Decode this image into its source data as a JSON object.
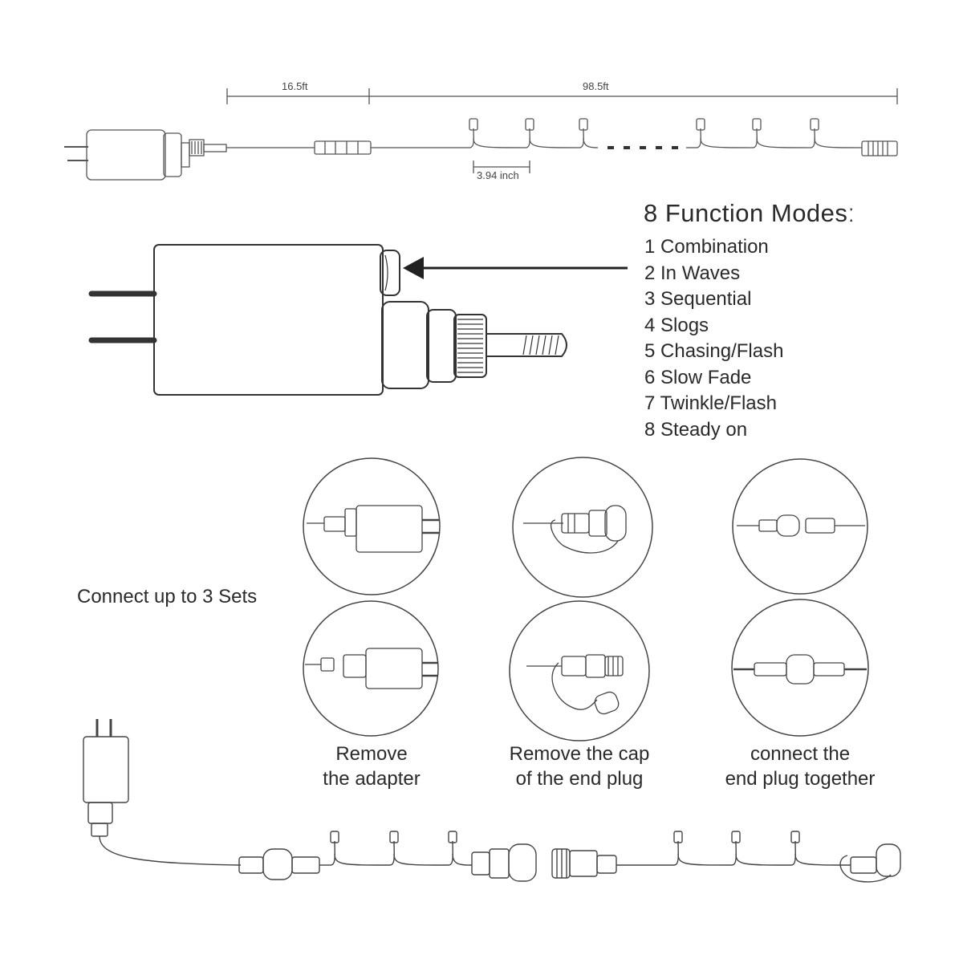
{
  "dimensions": {
    "lead_length": "16.5ft",
    "string_length": "98.5ft",
    "bulb_spacing": "3.94 inch"
  },
  "modes": {
    "title": "8 Function Modesː",
    "items": [
      "1 Combination",
      "2 In Waves",
      "3 Sequential",
      "4 Slogs",
      "5 Chasing/Flash",
      "6 Slow Fade",
      "7 Twinkle/Flash",
      "8 Steady on"
    ]
  },
  "connect_label": "Connect up to 3 Sets",
  "steps": [
    {
      "line1": "Remove",
      "line2": "the adapter"
    },
    {
      "line1": "Remove the cap",
      "line2": "of the end plug"
    },
    {
      "line1": "connect the",
      "line2": "end plug together"
    }
  ],
  "icons": {
    "adapter": "power-adapter-icon",
    "mode_button": "mode-button-icon",
    "arrow": "arrow-left-icon",
    "end_plug": "end-plug-icon",
    "end_cap": "end-cap-icon"
  },
  "colors": {
    "line": "#555555",
    "outline": "#333333",
    "background": "#ffffff"
  }
}
